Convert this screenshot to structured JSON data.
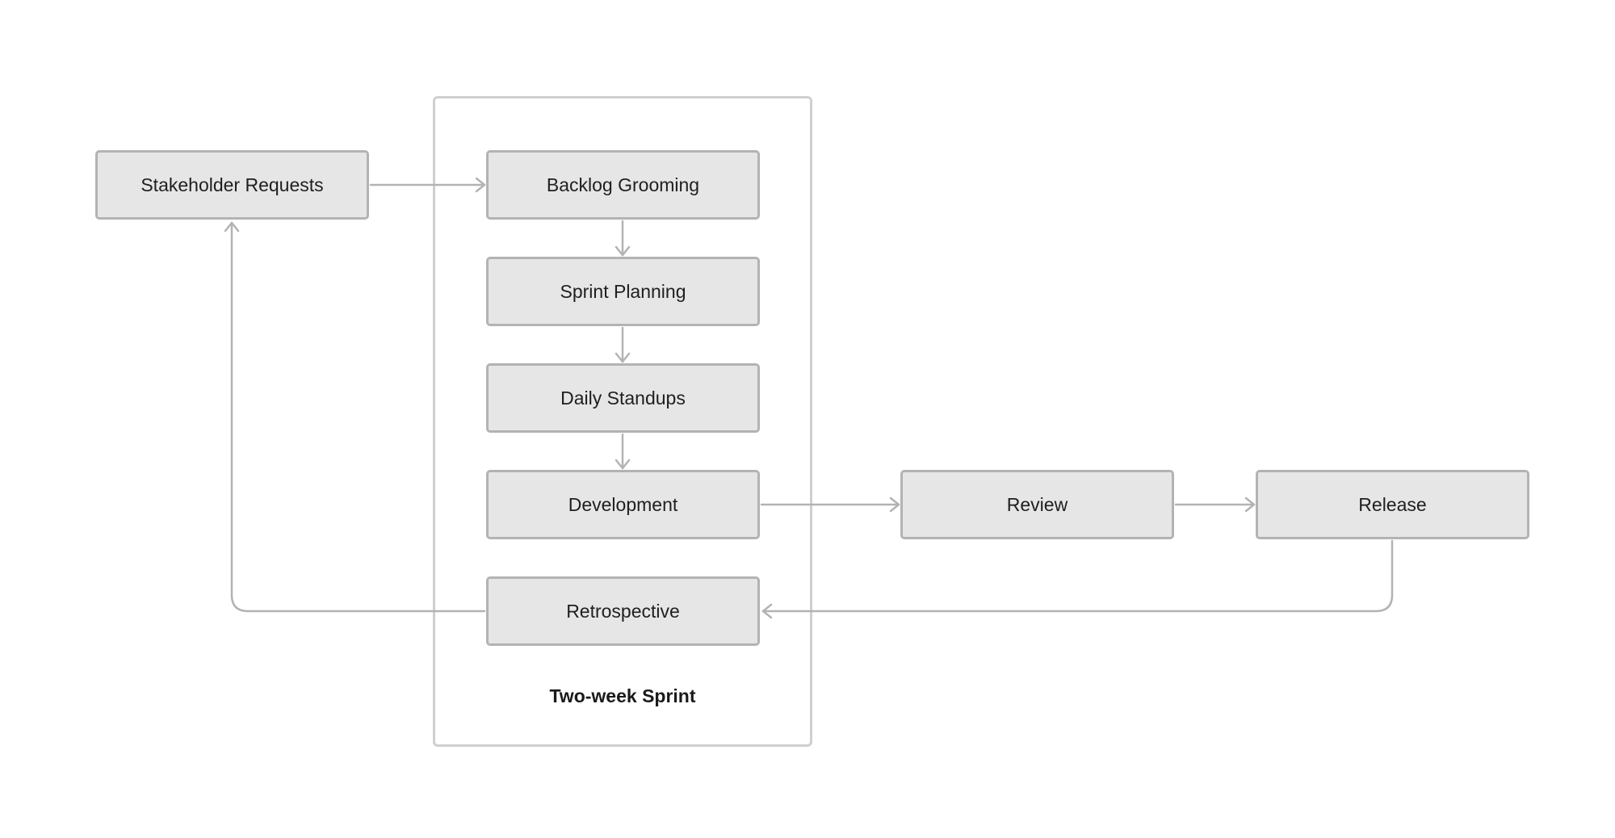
{
  "diagram": {
    "container": {
      "label": "Two-week Sprint"
    },
    "nodes": {
      "stakeholder": "Stakeholder Requests",
      "backlog": "Backlog Grooming",
      "planning": "Sprint Planning",
      "standups": "Daily Standups",
      "development": "Development",
      "retrospective": "Retrospective",
      "review": "Review",
      "release": "Release"
    },
    "edges": [
      {
        "from": "Stakeholder Requests",
        "to": "Backlog Grooming"
      },
      {
        "from": "Backlog Grooming",
        "to": "Sprint Planning"
      },
      {
        "from": "Sprint Planning",
        "to": "Daily Standups"
      },
      {
        "from": "Daily Standups",
        "to": "Development"
      },
      {
        "from": "Development",
        "to": "Review"
      },
      {
        "from": "Review",
        "to": "Release"
      },
      {
        "from": "Release",
        "to": "Retrospective"
      },
      {
        "from": "Retrospective",
        "to": "Stakeholder Requests"
      }
    ],
    "colors": {
      "node_fill": "#e6e6e6",
      "node_border": "#b3b3b3",
      "container_border": "#cfcfcf",
      "edge": "#b3b3b3",
      "text": "#1f1f1f"
    }
  }
}
